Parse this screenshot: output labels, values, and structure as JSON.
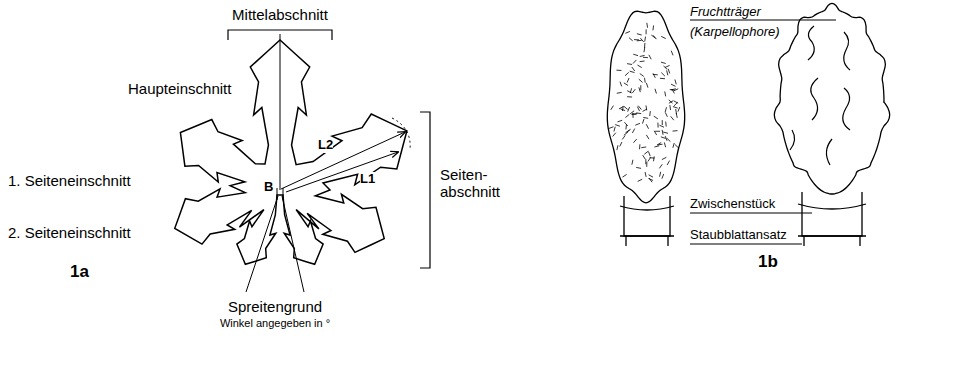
{
  "diagram": {
    "labels": [
      "Mittelabschnitt",
      "Haupteinschnitt",
      "1. Seiteneinschnitt",
      "2. Seiteneinschnitt",
      "L2",
      "L1",
      "B",
      "Seiten- abschnitt",
      "Spreitengrund",
      "Winkel angegeben in °",
      "1a",
      "Fruchtträger (Karpellophore)",
      "Zwischenstück",
      "Staubblattansatz",
      "1b"
    ]
  }
}
